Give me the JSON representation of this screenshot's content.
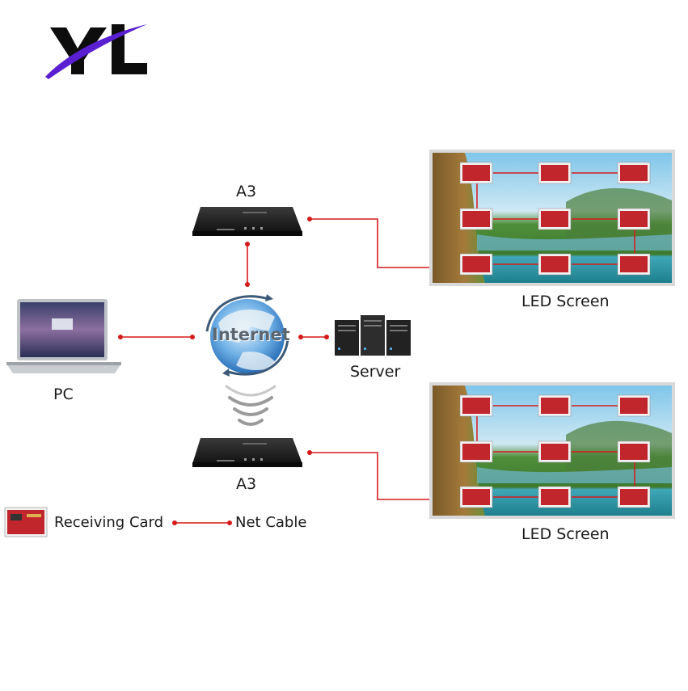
{
  "logo": {
    "text": "YL",
    "colors": {
      "letters": "#0d0d0d",
      "swoosh": "#5a1fd1"
    }
  },
  "devices": {
    "a3_top": {
      "label": "A3"
    },
    "a3_bottom": {
      "label": "A3"
    },
    "pc": {
      "label": "PC"
    },
    "server": {
      "label": "Server"
    },
    "internet": {
      "label": "Internet"
    }
  },
  "screens": [
    {
      "label": "LED Screen"
    },
    {
      "label": "LED Screen"
    }
  ],
  "legend": {
    "receiving_card": "Receiving Card",
    "net_cable": "Net Cable"
  },
  "colors": {
    "cable": "#d51a1a",
    "card": "#c0262c",
    "device": "#1d1d1d"
  }
}
